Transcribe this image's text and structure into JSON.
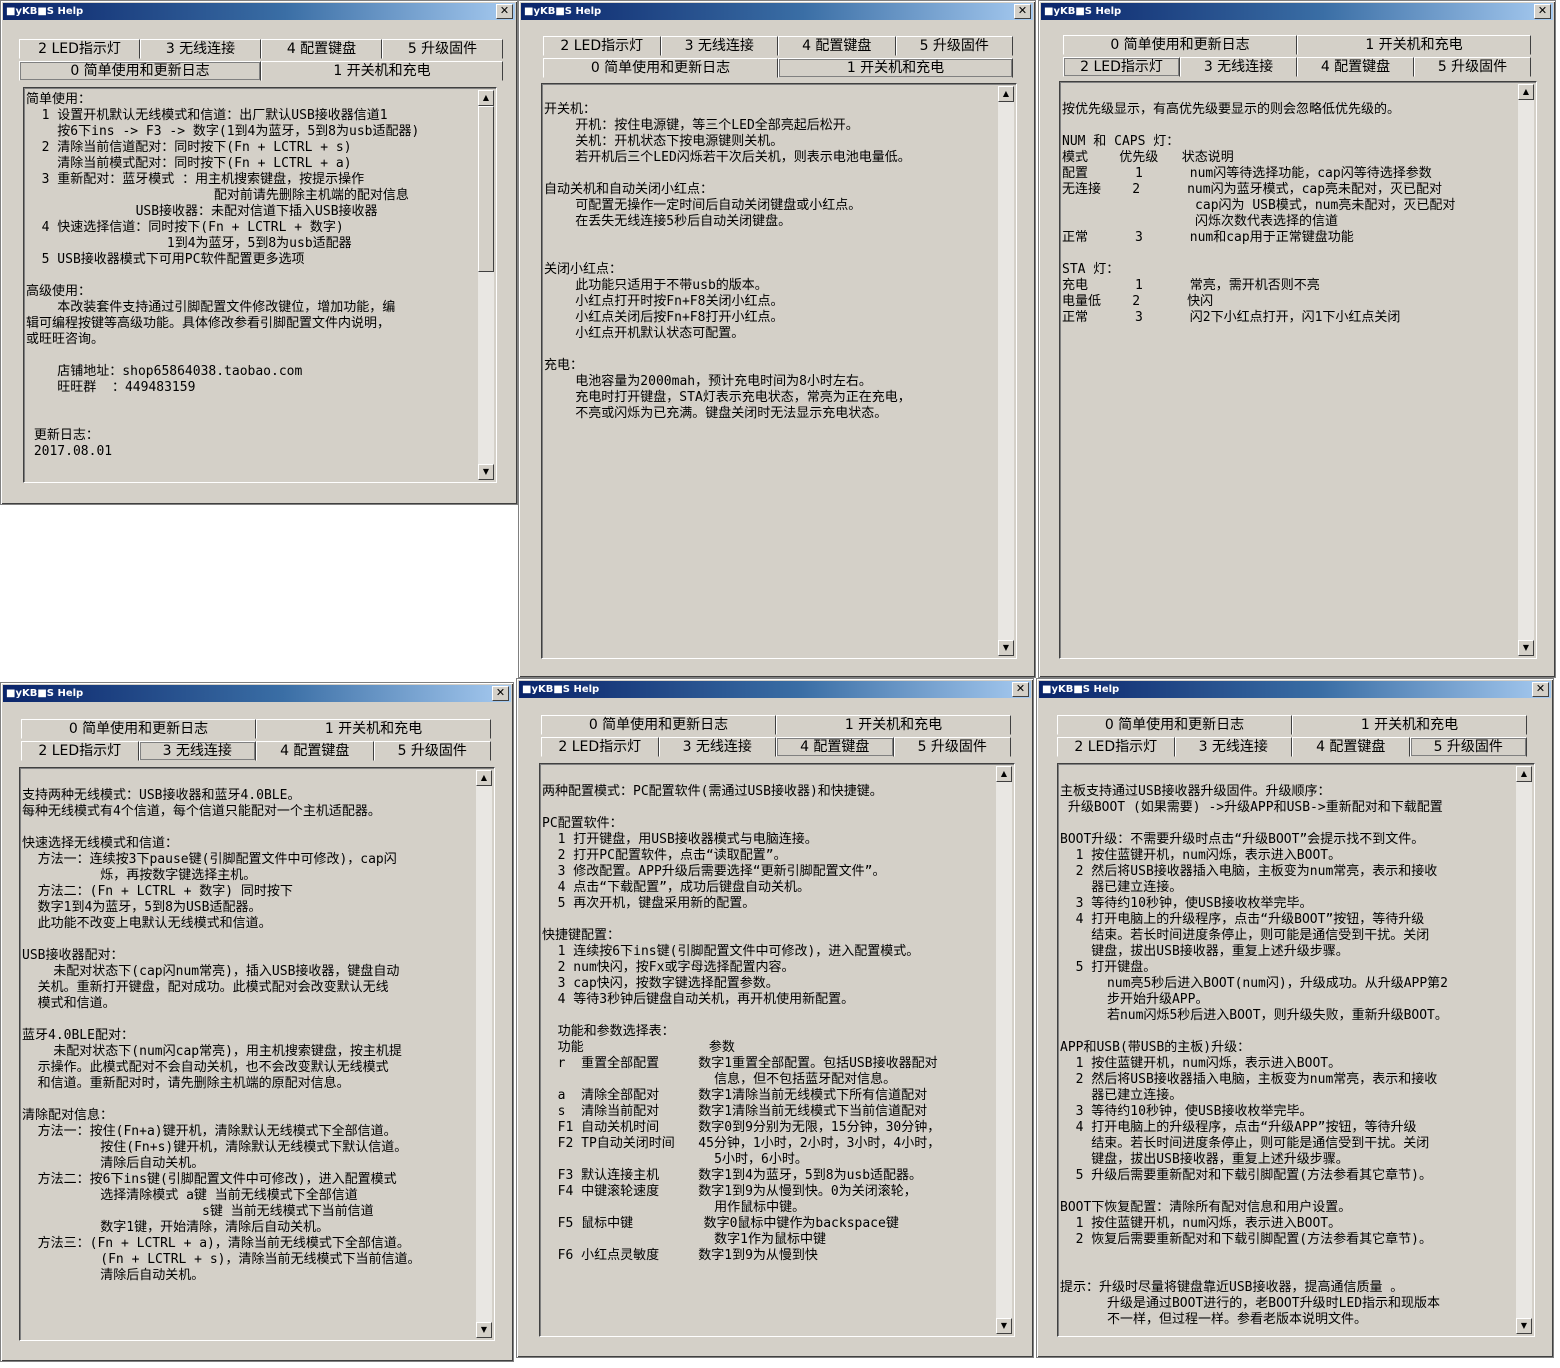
{
  "app": {
    "title": "■yKB■S Help",
    "close_glyph": "✕"
  },
  "tabs": {
    "t0": "0 简单使用和更新日志",
    "t1": "1 开关机和充电",
    "t2": "2 LED指示灯",
    "t3": "3 无线连接",
    "t4": "4 配置键盘",
    "t5": "5 升级固件"
  },
  "scroll": {
    "up": "▲",
    "down": "▼"
  },
  "pages": {
    "p0": "简单使用：\n  1 设置开机默认无线模式和信道：出厂默认USB接收器信道1\n    按6下ins -> F3 -> 数字(1到4为蓝牙，5到8为usb适配器)\n  2 清除当前信道配对：同时按下(Fn + LCTRL + s)\n    清除当前模式配对：同时按下(Fn + LCTRL + a)\n  3 重新配对：蓝牙模式 ：用主机搜索键盘，按提示操作\n                        配对前请先删除主机端的配对信息\n              USB接收器：未配对信道下插入USB接收器\n  4 快速选择信道：同时按下(Fn + LCTRL + 数字)\n                  1到4为蓝牙，5到8为usb适配器\n  5 USB接收器模式下可用PC软件配置更多选项\n\n高级使用：\n    本改装套件支持通过引脚配置文件修改键位，增加功能，编\n辑可编程按键等高级功能。具体修改参看引脚配置文件内说明，\n或旺旺咨询。\n\n    店铺地址：shop65864038.taobao.com\n    旺旺群  ：449483159\n\n\n 更新日志：\n 2017.08.01",
    "p1": "开关机：\n    开机：按住电源键，等三个LED全部亮起后松开。\n    关机：开机状态下按电源键则关机。\n    若开机后三个LED闪烁若干次后关机，则表示电池电量低。\n\n自动关机和自动关闭小红点：\n    可配置无操作一定时间后自动关闭键盘或小红点。\n    在丢失无线连接5秒后自动关闭键盘。\n\n\n关闭小红点：\n    此功能只适用于不带usb的版本。\n    小红点打开时按Fn+F8关闭小红点。\n    小红点关闭后按Fn+F8打开小红点。\n    小红点开机默认状态可配置。\n\n充电：\n    电池容量为2000mah，预计充电时间为8小时左右。\n    充电时打开键盘，STA灯表示充电状态，常亮为正在充电，\n    不亮或闪烁为已充满。键盘关闭时无法显示充电状态。",
    "p2": "按优先级显示，有高优先级要显示的则会忽略低优先级的。\n\nNUM 和 CAPS 灯：\n模式    优先级   状态说明\n配置      1      num闪等待选择功能，cap闪等待选择参数\n无连接    2      num闪为蓝牙模式，cap亮未配对，灭已配对\n                 cap闪为 USB模式，num亮未配对，灭已配对\n                 闪烁次数代表选择的信道\n正常      3      num和cap用于正常键盘功能\n\nSTA 灯：\n充电      1      常亮，需开机否则不亮\n电量低    2      快闪\n正常      3      闪2下小红点打开，闪1下小红点关闭",
    "p3": "支持两种无线模式：USB接收器和蓝牙4.0BLE。\n每种无线模式有4个信道，每个信道只能配对一个主机适配器。\n\n快速选择无线模式和信道：\n  方法一：连续按3下pause键(引脚配置文件中可修改)，cap闪\n          烁，再按数字键选择主机。\n  方法二：(Fn + LCTRL + 数字) 同时按下\n  数字1到4为蓝牙，5到8为USB适配器。\n  此功能不改变上电默认无线模式和信道。\n\nUSB接收器配对：\n    未配对状态下(cap闪num常亮)，插入USB接收器，键盘自动\n  关机。重新打开键盘，配对成功。此模式配对会改变默认无线\n  模式和信道。\n\n蓝牙4.0BLE配对：\n    未配对状态下(num闪cap常亮)，用主机搜索键盘，按主机提\n  示操作。此模式配对不会自动关机，也不会改变默认无线模式\n  和信道。重新配对时，请先删除主机端的原配对信息。\n\n清除配对信息：\n  方法一：按住(Fn+a)键开机，清除默认无线模式下全部信道。\n          按住(Fn+s)键开机，清除默认无线模式下默认信道。\n          清除后自动关机。\n  方法二：按6下ins键(引脚配置文件中可修改)，进入配置模式\n          选择清除模式 a键 当前无线模式下全部信道\n                       s键 当前无线模式下当前信道\n          数字1键，开始清除，清除后自动关机。\n  方法三：(Fn + LCTRL + a)，清除当前无线模式下全部信道。\n          (Fn + LCTRL + s)，清除当前无线模式下当前信道。\n          清除后自动关机。",
    "p4": "两种配置模式：PC配置软件(需通过USB接收器)和快捷键。\n\nPC配置软件：\n  1 打开键盘，用USB接收器模式与电脑连接。\n  2 打开PC配置软件，点击“读取配置”。\n  3 修改配置。APP升级后需要选择“更新引脚配置文件”。\n  4 点击“下载配置”，成功后键盘自动关机。\n  5 再次开机，键盘采用新的配置。\n\n快捷键配置：\n  1 连续按6下ins键(引脚配置文件中可修改)，进入配置模式。\n  2 num快闪，按Fx或字母选择配置内容。\n  3 cap快闪，按数字键选择配置参数。\n  4 等待3秒钟后键盘自动关机，再开机使用新配置。\n\n  功能和参数选择表：\n  功能                参数\n  r  重置全部配置     数字1重置全部配置。包括USB接收器配对\n                      信息，但不包括蓝牙配对信息。\n  a  清除全部配对     数字1清除当前无线模式下所有信道配对\n  s  清除当前配对     数字1清除当前无线模式下当前信道配对\n  F1 自动关机时间     数字0到9分别为无限，15分钟，30分钟，\n  F2 TP自动关闭时间   45分钟，1小时，2小时，3小时，4小时，\n                      5小时，6小时。\n  F3 默认连接主机     数字1到4为蓝牙，5到8为usb适配器。\n  F4 中键滚轮速度     数字1到9为从慢到快。0为关闭滚轮，\n                      用作鼠标中键。\n  F5 鼠标中键         数字0鼠标中键作为backspace键\n                      数字1作为鼠标中键\n  F6 小红点灵敏度     数字1到9为从慢到快",
    "p5": "主板支持通过USB接收器升级固件。升级顺序：\n 升级BOOT (如果需要) ->升级APP和USB->重新配对和下载配置\n\nBOOT升级：不需要升级时点击“升级BOOT”会提示找不到文件。\n  1 按住蓝键开机，num闪烁，表示进入BOOT。\n  2 然后将USB接收器插入电脑，主板变为num常亮，表示和接收\n    器已建立连接。\n  3 等待约10秒钟，使USB接收枚举完毕。\n  4 打开电脑上的升级程序，点击“升级BOOT”按钮，等待升级\n    结束。若长时间进度条停止，则可能是通信受到干扰。关闭\n    键盘，拔出USB接收器，重复上述升级步骤。\n  5 打开键盘。\n      num亮5秒后进入BOOT(num闪)，升级成功。从升级APP第2\n      步开始升级APP。\n      若num闪烁5秒后进入BOOT，则升级失败，重新升级BOOT。\n\nAPP和USB(带USB的主板)升级：\n  1 按住蓝键开机，num闪烁，表示进入BOOT。\n  2 然后将USB接收器插入电脑，主板变为num常亮，表示和接收\n    器已建立连接。\n  3 等待约10秒钟，使USB接收枚举完毕。\n  4 打开电脑上的升级程序，点击“升级APP”按钮，等待升级\n    结束。若长时间进度条停止，则可能是通信受到干扰。关闭\n    键盘，拔出USB接收器，重复上述升级步骤。\n  5 升级后需要重新配对和下载引脚配置(方法参看其它章节)。\n\nBOOT下恢复配置：清除所有配对信息和用户设置。\n  1 按住蓝键开机，num闪烁，表示进入BOOT。\n  2 恢复后需要重新配对和下载引脚配置(方法参看其它章节)。\n\n\n提示：升级时尽量将键盘靠近USB接收器，提高通信质量 。\n      升级是通过BOOT进行的，老BOOT升级时LED指示和现版本\n      不一样，但过程一样。参看老版本说明文件。"
  }
}
